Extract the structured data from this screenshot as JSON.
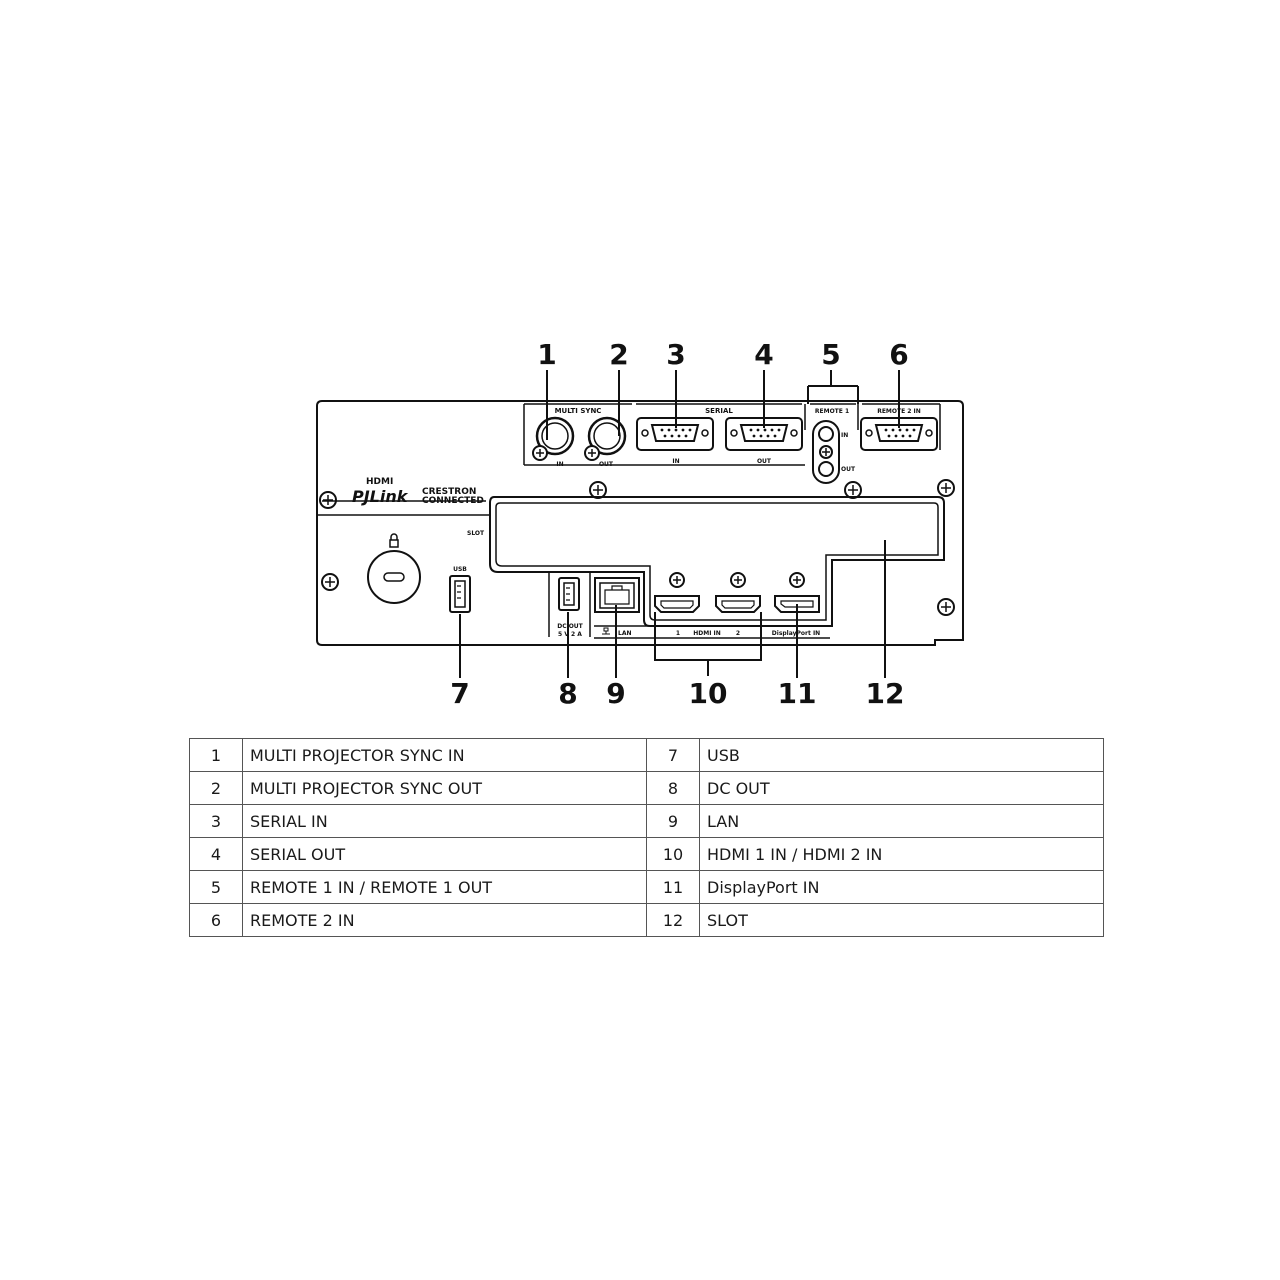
{
  "panel_labels": {
    "multi_sync": "MULTI SYNC",
    "sync_in": "IN",
    "sync_out": "OUT",
    "serial": "SERIAL",
    "serial_in": "IN",
    "serial_out": "OUT",
    "remote1": "REMOTE 1",
    "remote_in": "IN",
    "remote_out": "OUT",
    "remote2": "REMOTE 2 IN",
    "slot": "SLOT",
    "usb": "USB",
    "dc_out_1": "DC OUT",
    "dc_out_2": "5 V 2 A",
    "lan": "LAN",
    "hdmi_1": "1",
    "hdmi_in": "HDMI IN",
    "hdmi_2": "2",
    "displayport": "DisplayPort IN",
    "hdmi_logo": "HDMI",
    "pjlink_logo": "PJLink",
    "crestron_1": "CRESTRON",
    "crestron_2": "CONNECTED"
  },
  "callouts": [
    "1",
    "2",
    "3",
    "4",
    "5",
    "6",
    "7",
    "8",
    "9",
    "10",
    "11",
    "12"
  ],
  "legend": {
    "rows": [
      {
        "n1": "1",
        "d1": "MULTI PROJECTOR SYNC IN",
        "n2": "7",
        "d2": "USB"
      },
      {
        "n1": "2",
        "d1": "MULTI PROJECTOR SYNC OUT",
        "n2": "8",
        "d2": "DC OUT"
      },
      {
        "n1": "3",
        "d1": "SERIAL IN",
        "n2": "9",
        "d2": "LAN"
      },
      {
        "n1": "4",
        "d1": "SERIAL OUT",
        "n2": "10",
        "d2": "HDMI 1 IN / HDMI 2 IN"
      },
      {
        "n1": "5",
        "d1": "REMOTE 1 IN / REMOTE 1 OUT",
        "n2": "11",
        "d2": "DisplayPort IN"
      },
      {
        "n1": "6",
        "d1": "REMOTE 2 IN",
        "n2": "12",
        "d2": "SLOT"
      }
    ]
  }
}
